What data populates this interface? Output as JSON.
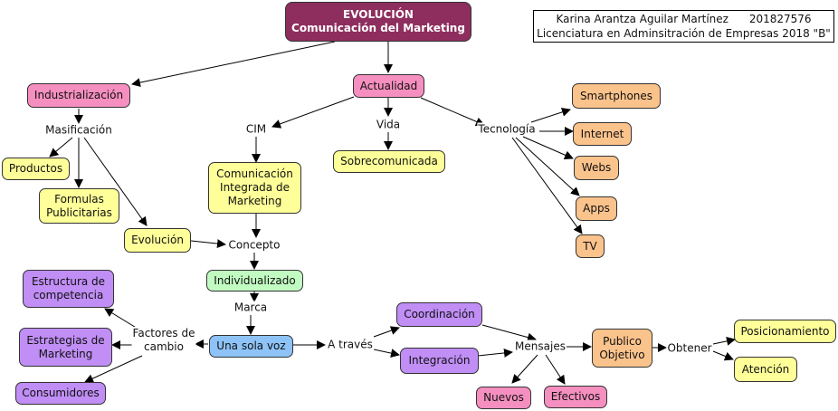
{
  "title": {
    "line1": "EVOLUCIÓN",
    "line2": "Comunicación del Marketing"
  },
  "info": {
    "line1": "Karina Arantza Aguilar Martínez      201827576",
    "line2": "Licenciatura en Adminsitración de Empresas 2018 \"B\""
  },
  "colors": {
    "main": "#8e2e5e",
    "pink": "#f58fbf",
    "yellow": "#ffff99",
    "orange": "#fbc38c",
    "green": "#c2fbc2",
    "blue": "#8ec3f8",
    "purple": "#c08ef5"
  },
  "nodes": {
    "industrializacion": "Industrialización",
    "actualidad": "Actualidad",
    "productos": "Productos",
    "formulas": "Formulas\nPublicitarias",
    "evolucion": "Evolución",
    "cim_box": "Comunicación\nIntegrada de\nMarketing",
    "sobrecomunicada": "Sobrecomunicada",
    "smartphones": "Smartphones",
    "internet": "Internet",
    "webs": "Webs",
    "apps": "Apps",
    "tv": "TV",
    "individualizado": "Individualizado",
    "una_sola_voz": "Una sola voz",
    "estructura": "Estructura de\ncompetencia",
    "estrategias": "Estrategias de\nMarketing",
    "consumidores": "Consumidores",
    "coordinacion": "Coordinación",
    "integracion": "Integración",
    "nuevos": "Nuevos",
    "efectivos": "Efectivos",
    "publico": "Publico\nObjetivo",
    "posicionamiento": "Posicionamiento",
    "atencion": "Atención"
  },
  "links": {
    "masificacion": "Masificación",
    "cim": "CIM",
    "vida": "Vida",
    "tecnologia": "Tecnología",
    "concepto": "Concepto",
    "marca": "Marca",
    "factores": "Factores de\ncambio",
    "a_traves": "A través",
    "mensajes": "Mensajes",
    "obtener": "Obtener"
  }
}
